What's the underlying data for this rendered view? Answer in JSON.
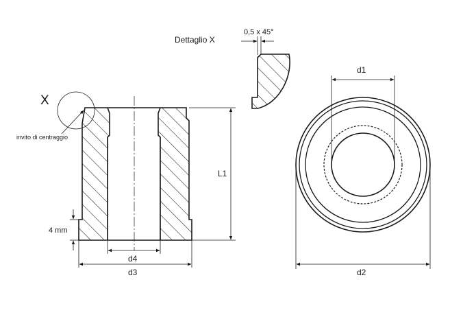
{
  "labels": {
    "detail_title": "Dettaglio X",
    "chamfer": "0,5 x 45°",
    "detail_marker": "X",
    "lead_in": "invito di centraggio",
    "height_4mm": "4 mm",
    "L1": "L1",
    "d4": "d4",
    "d3": "d3",
    "d1": "d1",
    "d2": "d2"
  },
  "colors": {
    "line": "#1a1a1a",
    "background": "#ffffff"
  }
}
